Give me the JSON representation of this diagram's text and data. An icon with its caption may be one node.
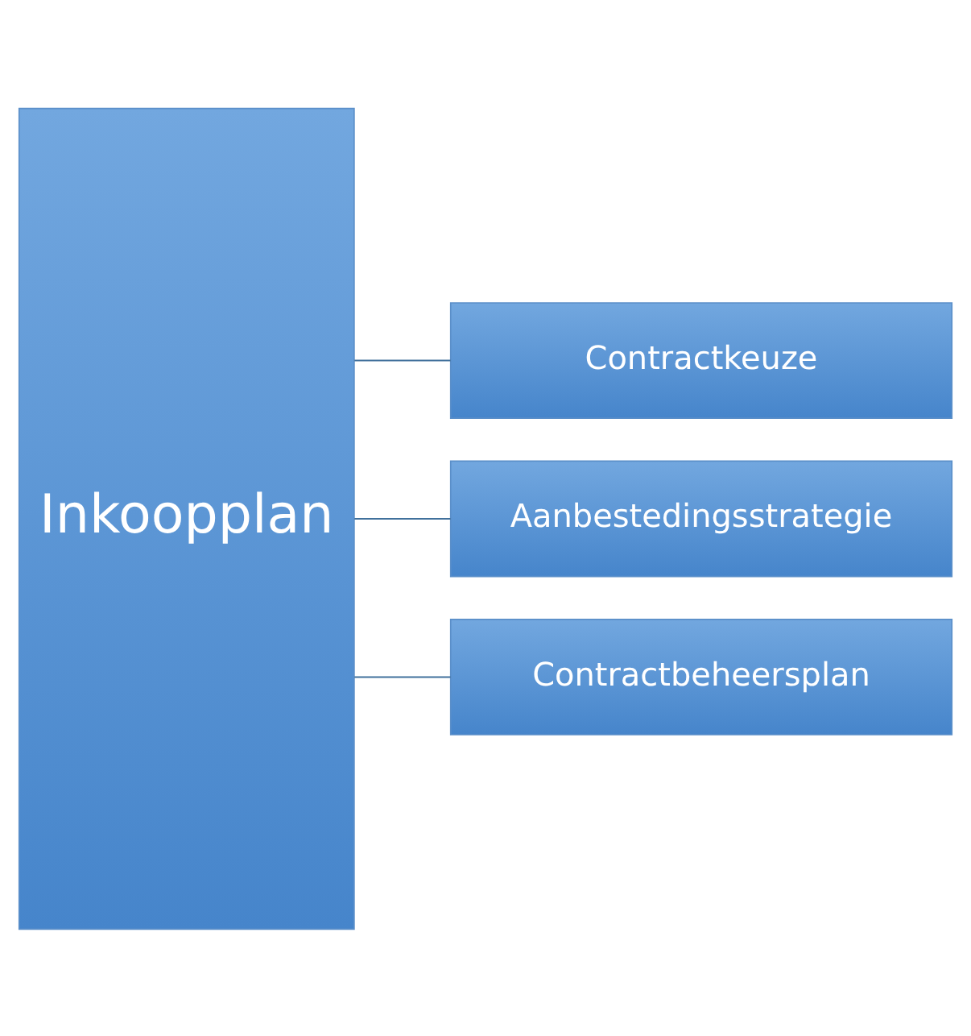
{
  "diagram": {
    "nodes": [
      {
        "text": [
          "Inkoopplan"
        ]
      },
      {
        "text": [
          "Contractkeuze"
        ]
      },
      {
        "text": [
          "Aanbestedingsstrategie"
        ]
      },
      {
        "text": [
          "Contractbeheersplan"
        ]
      }
    ],
    "edges": [
      {
        "from": 0,
        "to": 1,
        "arrow": "none"
      },
      {
        "from": 0,
        "to": 2,
        "arrow": "none"
      },
      {
        "from": 0,
        "to": 3,
        "arrow": "none"
      }
    ]
  }
}
